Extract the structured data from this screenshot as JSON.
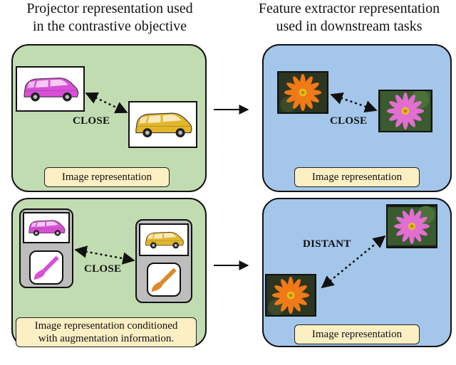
{
  "headings": {
    "left_line1": "Projector representation used",
    "left_line2": "in the contrastive objective",
    "right_line1": "Feature extractor representation",
    "right_line2": "used in downstream tasks"
  },
  "panels": {
    "top_left": {
      "relation": "CLOSE",
      "label": "Image representation"
    },
    "top_right": {
      "relation": "CLOSE",
      "label": "Image representation"
    },
    "bottom_left": {
      "relation": "CLOSE",
      "label_line1": "Image representation conditioned",
      "label_line2": "with augmentation information."
    },
    "bottom_right": {
      "relation": "DISTANT",
      "label": "Image representation"
    }
  },
  "icons": {
    "car_augmented": "minivan-magenta-icon",
    "car_original": "minivan-yellow-icon",
    "flower_orange": "orange-flower-icon",
    "flower_pink": "pink-flower-icon",
    "brush": "paintbrush-icon",
    "arrow": "right-arrow-icon"
  },
  "colors": {
    "left_panel": "#c2dcb2",
    "right_panel": "#a4c6ea",
    "label_box": "#fcefc4",
    "aug_group": "#bdbdbd"
  }
}
